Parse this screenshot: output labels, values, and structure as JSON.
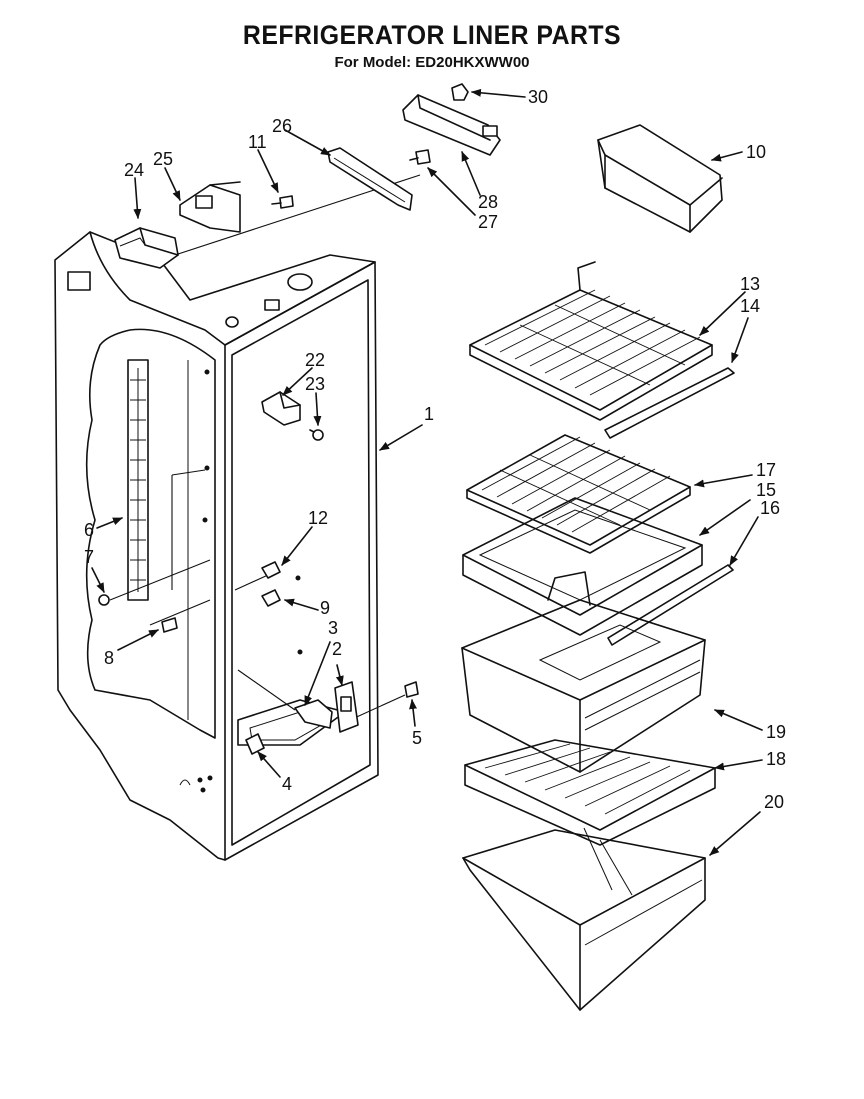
{
  "header": {
    "title": "REFRIGERATOR LINER PARTS",
    "subtitle": "For Model: ED20HKXWW00"
  },
  "callouts": {
    "p1": "1",
    "p2": "2",
    "p3": "3",
    "p4": "4",
    "p5": "5",
    "p6": "6",
    "p7": "7",
    "p8": "8",
    "p9": "9",
    "p10": "10",
    "p11": "11",
    "p12": "12",
    "p13": "13",
    "p14": "14",
    "p15": "15",
    "p16": "16",
    "p17": "17",
    "p18": "18",
    "p19": "19",
    "p20": "20",
    "p22": "22",
    "p23": "23",
    "p24": "24",
    "p25": "25",
    "p26": "26",
    "p27": "27",
    "p28": "28",
    "p30": "30"
  }
}
